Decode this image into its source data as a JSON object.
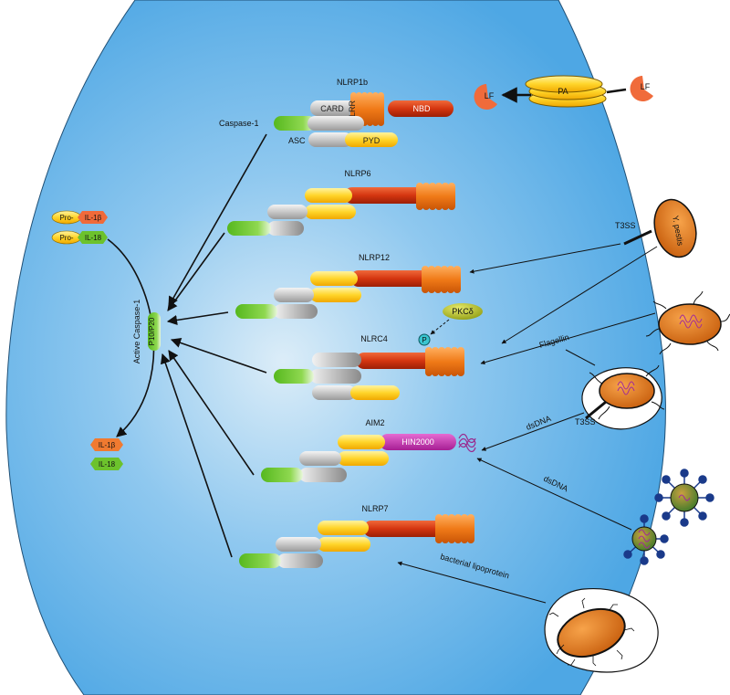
{
  "inflammasomes": {
    "nlrp1b": {
      "name": "NLRP1b",
      "card": "CARD",
      "lrr": "LRR",
      "nbd": "NBD",
      "asc": "ASC",
      "pyd": "PYD",
      "caspase": "Caspase-1"
    },
    "nlrp6": {
      "name": "NLRP6"
    },
    "nlrp12": {
      "name": "NLRP12"
    },
    "nlrc4": {
      "name": "NLRC4",
      "phospho": "P"
    },
    "aim2": {
      "name": "AIM2",
      "hin": "HIN2000"
    },
    "nlrp7": {
      "name": "NLRP7"
    }
  },
  "cytokines": {
    "pro": "Pro-",
    "il1b": "IL-1β",
    "il18": "IL-18"
  },
  "active_caspase": {
    "label": "Active Caspase-1",
    "subunits": "P10/P20"
  },
  "kinase": {
    "pkc": "PKCδ"
  },
  "pathogens": {
    "lf": "LF",
    "pa": "PA",
    "t3ss": "T3SS",
    "ypestis": "Y. pestis",
    "flagellin": "Flagellin",
    "dsdna": "dsDNA",
    "lipoprotein": "bacterial lipoprotein"
  },
  "colors": {
    "cell": "#5aaee6",
    "cell_center": "#dcedf8",
    "nbd": "#d83a12",
    "lrr": "#ee7a1c",
    "pyd": "#ffd02a",
    "card": "#cccccc",
    "caspase": "#6cc22c",
    "hin": "#c93ab3",
    "bacterium": "#e07b22"
  }
}
